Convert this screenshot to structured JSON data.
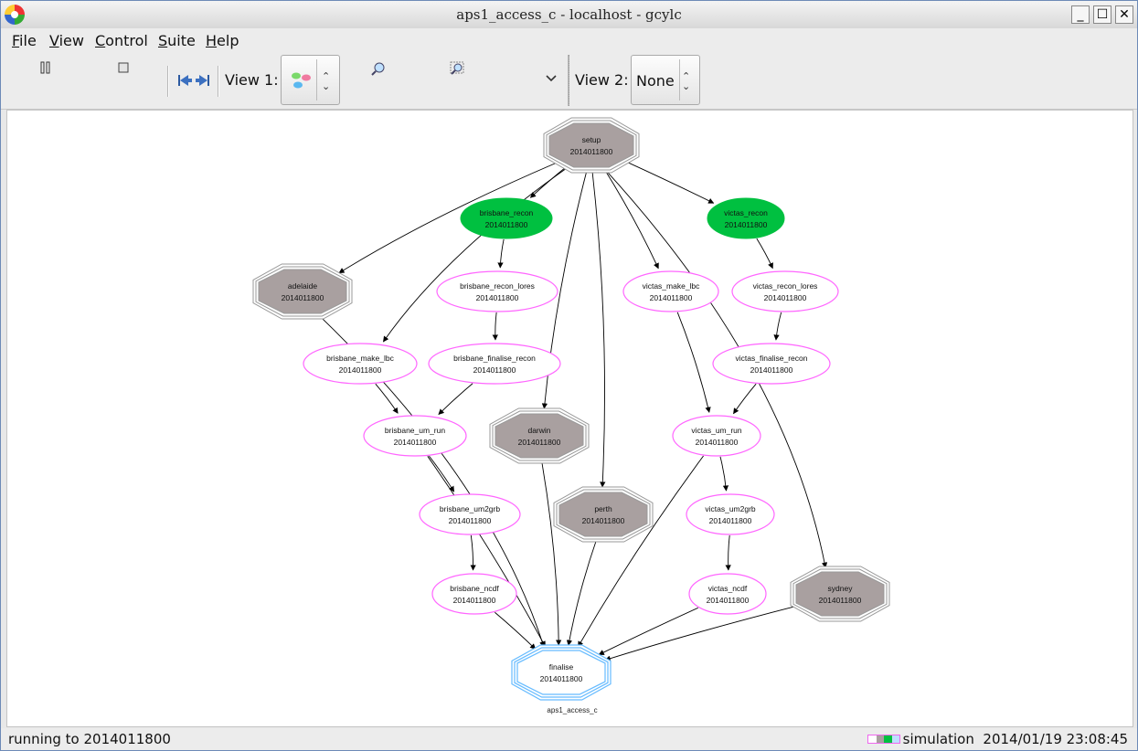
{
  "window": {
    "title": "aps1_access_c - localhost - gcylc"
  },
  "menu": {
    "items": [
      "File",
      "View",
      "Control",
      "Suite",
      "Help"
    ]
  },
  "toolbar": {
    "pause_icon": "pause-icon",
    "stop_icon": "stop-icon",
    "view1_label": "View 1:",
    "view2_label": "View 2:",
    "view2_value": "None"
  },
  "graph": {
    "suite_label": "aps1_access_c",
    "colors": {
      "waiting": "#ff66ff",
      "running": "#00c040",
      "succeeded_fill": "#a9a0a0",
      "runahead": "#66bbff"
    },
    "nodes": [
      {
        "id": "setup",
        "name": "setup",
        "cycle": "2014011800",
        "state": "succeeded"
      },
      {
        "id": "brisbane_recon",
        "name": "brisbane_recon",
        "cycle": "2014011800",
        "state": "running"
      },
      {
        "id": "victas_recon",
        "name": "victas_recon",
        "cycle": "2014011800",
        "state": "running"
      },
      {
        "id": "adelaide",
        "name": "adelaide",
        "cycle": "2014011800",
        "state": "succeeded"
      },
      {
        "id": "brisbane_recon_lores",
        "name": "brisbane_recon_lores",
        "cycle": "2014011800",
        "state": "waiting"
      },
      {
        "id": "victas_make_lbc",
        "name": "victas_make_lbc",
        "cycle": "2014011800",
        "state": "waiting"
      },
      {
        "id": "victas_recon_lores",
        "name": "victas_recon_lores",
        "cycle": "2014011800",
        "state": "waiting"
      },
      {
        "id": "brisbane_make_lbc",
        "name": "brisbane_make_lbc",
        "cycle": "2014011800",
        "state": "waiting"
      },
      {
        "id": "brisbane_finalise_recon",
        "name": "brisbane_finalise_recon",
        "cycle": "2014011800",
        "state": "waiting"
      },
      {
        "id": "victas_finalise_recon",
        "name": "victas_finalise_recon",
        "cycle": "2014011800",
        "state": "waiting"
      },
      {
        "id": "brisbane_um_run",
        "name": "brisbane_um_run",
        "cycle": "2014011800",
        "state": "waiting"
      },
      {
        "id": "darwin",
        "name": "darwin",
        "cycle": "2014011800",
        "state": "succeeded"
      },
      {
        "id": "victas_um_run",
        "name": "victas_um_run",
        "cycle": "2014011800",
        "state": "waiting"
      },
      {
        "id": "brisbane_um2grb",
        "name": "brisbane_um2grb",
        "cycle": "2014011800",
        "state": "waiting"
      },
      {
        "id": "perth",
        "name": "perth",
        "cycle": "2014011800",
        "state": "succeeded"
      },
      {
        "id": "victas_um2grb",
        "name": "victas_um2grb",
        "cycle": "2014011800",
        "state": "waiting"
      },
      {
        "id": "brisbane_ncdf",
        "name": "brisbane_ncdf",
        "cycle": "2014011800",
        "state": "waiting"
      },
      {
        "id": "victas_ncdf",
        "name": "victas_ncdf",
        "cycle": "2014011800",
        "state": "waiting"
      },
      {
        "id": "sydney",
        "name": "sydney",
        "cycle": "2014011800",
        "state": "succeeded"
      },
      {
        "id": "finalise",
        "name": "finalise",
        "cycle": "2014011800",
        "state": "runahead"
      }
    ],
    "edges": [
      [
        "setup",
        "brisbane_recon"
      ],
      [
        "setup",
        "victas_recon"
      ],
      [
        "setup",
        "adelaide"
      ],
      [
        "setup",
        "brisbane_make_lbc"
      ],
      [
        "setup",
        "darwin"
      ],
      [
        "setup",
        "perth"
      ],
      [
        "setup",
        "victas_make_lbc"
      ],
      [
        "setup",
        "sydney"
      ],
      [
        "brisbane_recon",
        "brisbane_recon_lores"
      ],
      [
        "brisbane_recon_lores",
        "brisbane_finalise_recon"
      ],
      [
        "victas_recon",
        "victas_recon_lores"
      ],
      [
        "victas_recon_lores",
        "victas_finalise_recon"
      ],
      [
        "brisbane_make_lbc",
        "brisbane_um_run"
      ],
      [
        "brisbane_finalise_recon",
        "brisbane_um_run"
      ],
      [
        "victas_make_lbc",
        "victas_um_run"
      ],
      [
        "victas_finalise_recon",
        "victas_um_run"
      ],
      [
        "brisbane_um_run",
        "brisbane_um2grb"
      ],
      [
        "brisbane_um2grb",
        "brisbane_ncdf"
      ],
      [
        "victas_um_run",
        "victas_um2grb"
      ],
      [
        "victas_um2grb",
        "victas_ncdf"
      ],
      [
        "adelaide",
        "finalise"
      ],
      [
        "brisbane_um_run",
        "finalise"
      ],
      [
        "brisbane_ncdf",
        "finalise"
      ],
      [
        "darwin",
        "finalise"
      ],
      [
        "perth",
        "finalise"
      ],
      [
        "victas_um_run",
        "finalise"
      ],
      [
        "victas_ncdf",
        "finalise"
      ],
      [
        "sydney",
        "finalise"
      ]
    ]
  },
  "status": {
    "left": "running to 2014011800",
    "mode": "simulation",
    "time": "2014/01/19 23:08:45"
  }
}
